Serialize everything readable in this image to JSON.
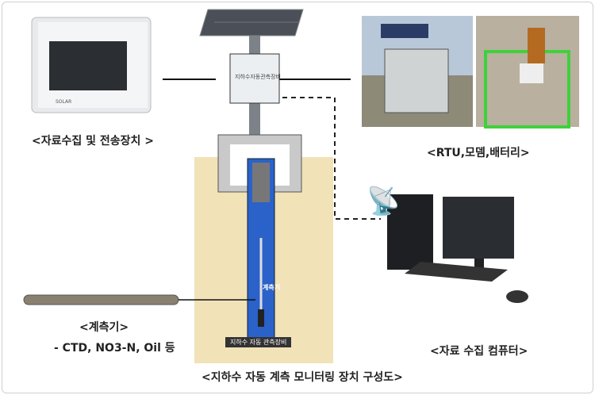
{
  "labels": {
    "logger": "<자료수집 및 전송장치 >",
    "rtu": "<RTU,모뎀,배터리>",
    "sensor": "<계측기>",
    "sensor_types": "- CTD, NO3-N, Oil 등",
    "computer": "<자료 수집 컴퓨터>",
    "title": "<지하수 자동 계측 모니터링 장치 구성도>",
    "box_text": "지하수자동관측장비",
    "pipe_sensor": "계측기",
    "well_caption": "지하수 자동 관측장비"
  },
  "colors": {
    "pipe": "#2a62c9",
    "sand": "#f1e2b8",
    "fence": "#3fd13a"
  }
}
